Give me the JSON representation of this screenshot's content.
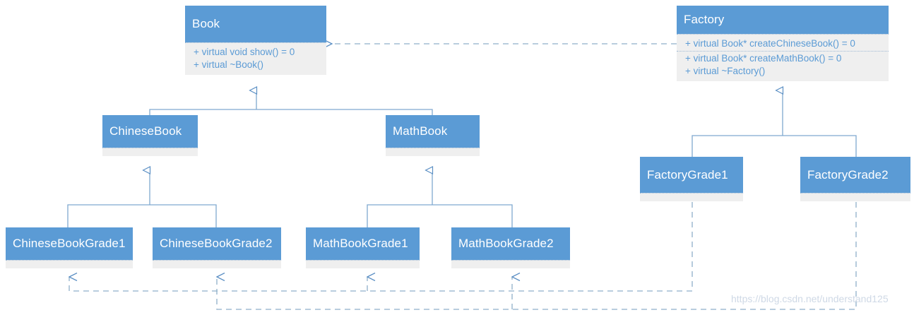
{
  "diagram": {
    "title": "Abstract Factory UML class diagram",
    "background": "#ffffff",
    "accent_color": "#5B9BD5",
    "body_color": "#EFEFEF",
    "line_color": "#7FA9D0",
    "dashed_color": "#8FAFC9"
  },
  "classes": {
    "book": {
      "name": "Book",
      "members": [
        "+ virtual void show() = 0",
        "+ virtual ~Book()"
      ]
    },
    "chinese_book": {
      "name": "ChineseBook",
      "members": []
    },
    "math_book": {
      "name": "MathBook",
      "members": []
    },
    "chinese_book_grade1": {
      "name": "ChineseBookGrade1",
      "members": []
    },
    "chinese_book_grade2": {
      "name": "ChineseBookGrade2",
      "members": []
    },
    "math_book_grade1": {
      "name": "MathBookGrade1",
      "members": []
    },
    "math_book_grade2": {
      "name": "MathBookGrade2",
      "members": []
    },
    "factory": {
      "name": "Factory",
      "compartment1": [
        "+ virtual Book* createChineseBook() = 0"
      ],
      "compartment2": [
        "+ virtual Book* createMathBook() = 0",
        "+ virtual ~Factory()"
      ]
    },
    "factory_grade1": {
      "name": "FactoryGrade1",
      "members": []
    },
    "factory_grade2": {
      "name": "FactoryGrade2",
      "members": []
    }
  },
  "relationships": [
    {
      "type": "dependency",
      "from": "Factory",
      "to": "Book"
    },
    {
      "type": "generalization",
      "from": "ChineseBook",
      "to": "Book"
    },
    {
      "type": "generalization",
      "from": "MathBook",
      "to": "Book"
    },
    {
      "type": "generalization",
      "from": "ChineseBookGrade1",
      "to": "ChineseBook"
    },
    {
      "type": "generalization",
      "from": "ChineseBookGrade2",
      "to": "ChineseBook"
    },
    {
      "type": "generalization",
      "from": "MathBookGrade1",
      "to": "MathBook"
    },
    {
      "type": "generalization",
      "from": "MathBookGrade2",
      "to": "MathBook"
    },
    {
      "type": "generalization",
      "from": "FactoryGrade1",
      "to": "Factory"
    },
    {
      "type": "generalization",
      "from": "FactoryGrade2",
      "to": "Factory"
    },
    {
      "type": "dependency",
      "from": "FactoryGrade1",
      "to": "ChineseBookGrade1"
    },
    {
      "type": "dependency",
      "from": "FactoryGrade1",
      "to": "MathBookGrade1"
    },
    {
      "type": "dependency",
      "from": "FactoryGrade2",
      "to": "ChineseBookGrade2"
    },
    {
      "type": "dependency",
      "from": "FactoryGrade2",
      "to": "MathBookGrade2"
    }
  ],
  "watermark": {
    "text": "https://blog.csdn.net/understand125"
  }
}
